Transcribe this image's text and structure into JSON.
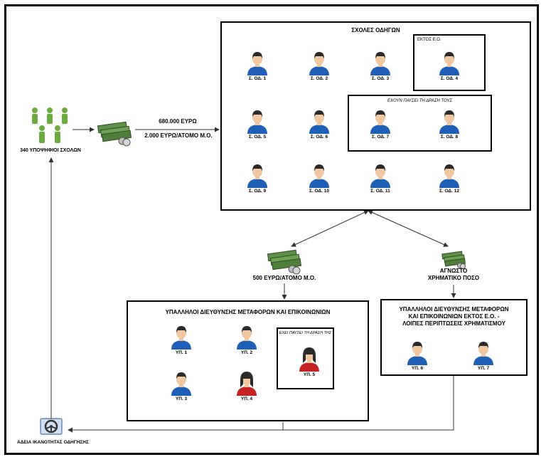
{
  "candidates": {
    "label": "340 ΥΠΟΨΗΦΙΟΙ ΣΧΟΛΩΝ",
    "icon": "group-people-icon",
    "color": "#6cab3e"
  },
  "payment_main": {
    "line1": "680.000 ΕΥΡΩ",
    "line2": "2.000 ΕΥΡΩ/ΑΤΟΜΟ Μ.Ο.",
    "icon": "money-stack-icon"
  },
  "schools": {
    "title": "ΣΧΟΛΕΣ ΟΔΗΓΩΝ",
    "outside_label": "ΕΚΤΟΣ Ε.Ο.",
    "ceased_label": "ΕΧΟΥΝ ΠΑΥΣΕΙ ΤΗ ΔΡΑΣΗ ΤΟΥΣ",
    "items": [
      "Σ. ΟΔ. 1",
      "Σ. ΟΔ. 2",
      "Σ. ΟΔ. 3",
      "Σ. ΟΔ. 4",
      "Σ. ΟΔ. 5",
      "Σ. ΟΔ. 6",
      "Σ. ΟΔ. 7",
      "Σ. ΟΔ. 8",
      "Σ. ΟΔ. 9",
      "Σ. ΟΔ. 10",
      "Σ. ΟΔ. 11",
      "Σ. ΟΔ. 12"
    ]
  },
  "payment_left": {
    "label": "500 ΕΥΡΩ/ΑΤΟΜΟ Μ.Ο.",
    "icon": "money-stack-icon"
  },
  "payment_right": {
    "line1": "ΑΓΝΩΣΤΟ",
    "line2": "ΧΡΗΜΑΤΙΚΟ ΠΟΣΟ",
    "icon": "money-stack-icon"
  },
  "ministry": {
    "title": "ΥΠΑΛΛΗΛΟΙ ΔΙΕΥΘΥΝΣΗΣ ΜΕΤΑΦΟΡΩΝ ΚΑΙ ΕΠΙΚΟΙΝΩΝΙΩΝ",
    "ceased_label": "ΕΧΕΙ ΠΑΥΣΕΙ ΤΗ ΔΡΑΣΗ ΤΗΣ",
    "items": [
      "ΥΠ. 1",
      "ΥΠ. 2",
      "ΥΠ. 3",
      "ΥΠ. 4",
      "ΥΠ. 5"
    ]
  },
  "ministry_outside": {
    "title_line1": "ΥΠΑΛΛΗΛΟΙ ΔΙΕΥΘΥΝΣΗΣ ΜΕΤΑΦΟΡΩΝ",
    "title_line2": "ΚΑΙ ΕΠΙΚΟΙΝΩΝΙΩΝ ΕΚΤΟΣ Ε.Ο. -",
    "title_line3": "ΛΟΙΠΕΣ ΠΕΡΙΠΤΩΣΕΙΣ ΧΡΗΜΑΤΙΣΜΟΥ",
    "items": [
      "ΥΠ. 6",
      "ΥΠ. 7"
    ]
  },
  "license": {
    "label": "ΑΔΕΙΑ ΙΚΑΝΟΤΗΤΑΣ ΟΔΗΓΗΣΗΣ",
    "icon": "steering-wheel-icon"
  },
  "colors": {
    "male_shirt": "#1f5fb8",
    "female_shirt": "#c42323",
    "hair": "#2a2a2a",
    "skin": "#f1c7a2",
    "money": "#4f7d3a"
  }
}
